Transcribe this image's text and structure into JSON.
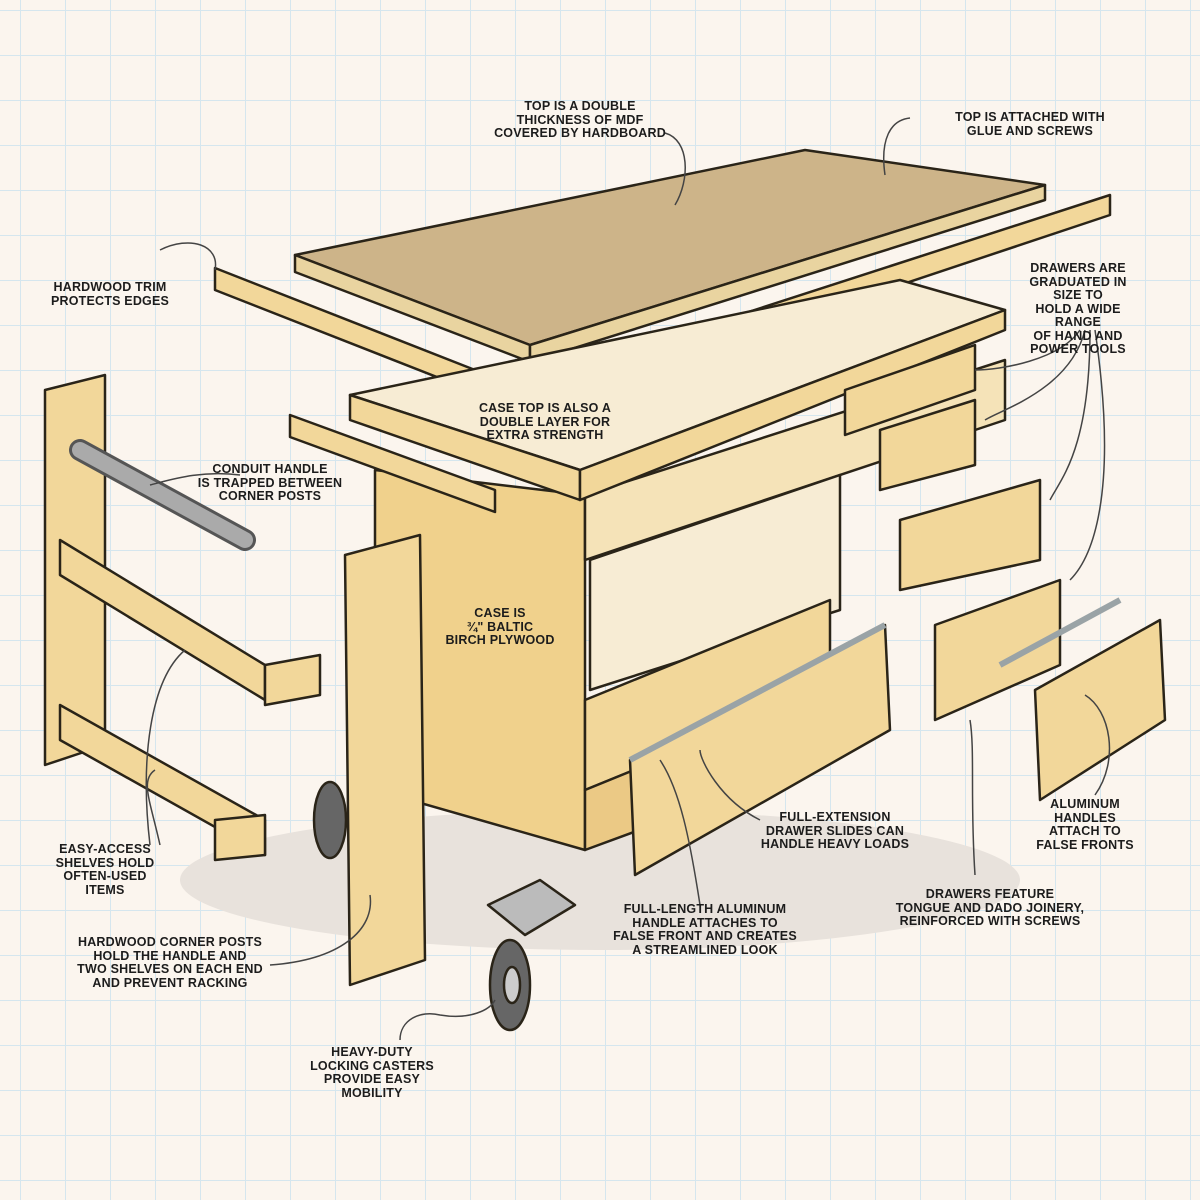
{
  "title": "Mobile workbench exploded view",
  "labels": {
    "top_double": "TOP IS A DOUBLE\nTHICKNESS OF MDF\nCOVERED BY HARDBOARD",
    "top_attached": "TOP IS ATTACHED WITH\nGLUE AND SCREWS",
    "hardwood_trim": "HARDWOOD TRIM\nPROTECTS EDGES",
    "drawers_graduated": "DRAWERS ARE\nGRADUATED IN SIZE TO\nHOLD A WIDE RANGE\nOF HAND AND\nPOWER TOOLS",
    "case_top": "CASE TOP IS ALSO A\nDOUBLE LAYER FOR\nEXTRA STRENGTH",
    "conduit": "CONDUIT HANDLE\nIS TRAPPED BETWEEN\nCORNER POSTS",
    "case_is": "CASE IS\n¾\" BALTIC\nBIRCH PLYWOOD",
    "easy_access": "EASY-ACCESS\nSHELVES HOLD\nOFTEN-USED\nITEMS",
    "full_extension": "FULL-EXTENSION\nDRAWER SLIDES CAN\nHANDLE HEAVY LOADS",
    "aluminum_handles": "ALUMINUM HANDLES\nATTACH TO\nFALSE FRONTS",
    "drawers_feature": "DRAWERS FEATURE\nTONGUE AND DADO JOINERY,\nREINFORCED WITH SCREWS",
    "full_length": "FULL-LENGTH ALUMINUM\nHANDLE ATTACHES TO\nFALSE FRONT AND CREATES\nA STREAMLINED LOOK",
    "corner_posts": "HARDWOOD CORNER POSTS\nHOLD THE HANDLE AND\nTWO SHELVES ON EACH END\nAND PREVENT RACKING",
    "casters": "HEAVY-DUTY\nLOCKING CASTERS\nPROVIDE EASY\nMOBILITY"
  },
  "colors": {
    "wood": "#f2d79a",
    "wood_dark": "#e2bd72",
    "mdf": "#cdb489",
    "outline": "#2a2418",
    "background": "#fbf5ee",
    "grid": "#d5e6ee"
  }
}
